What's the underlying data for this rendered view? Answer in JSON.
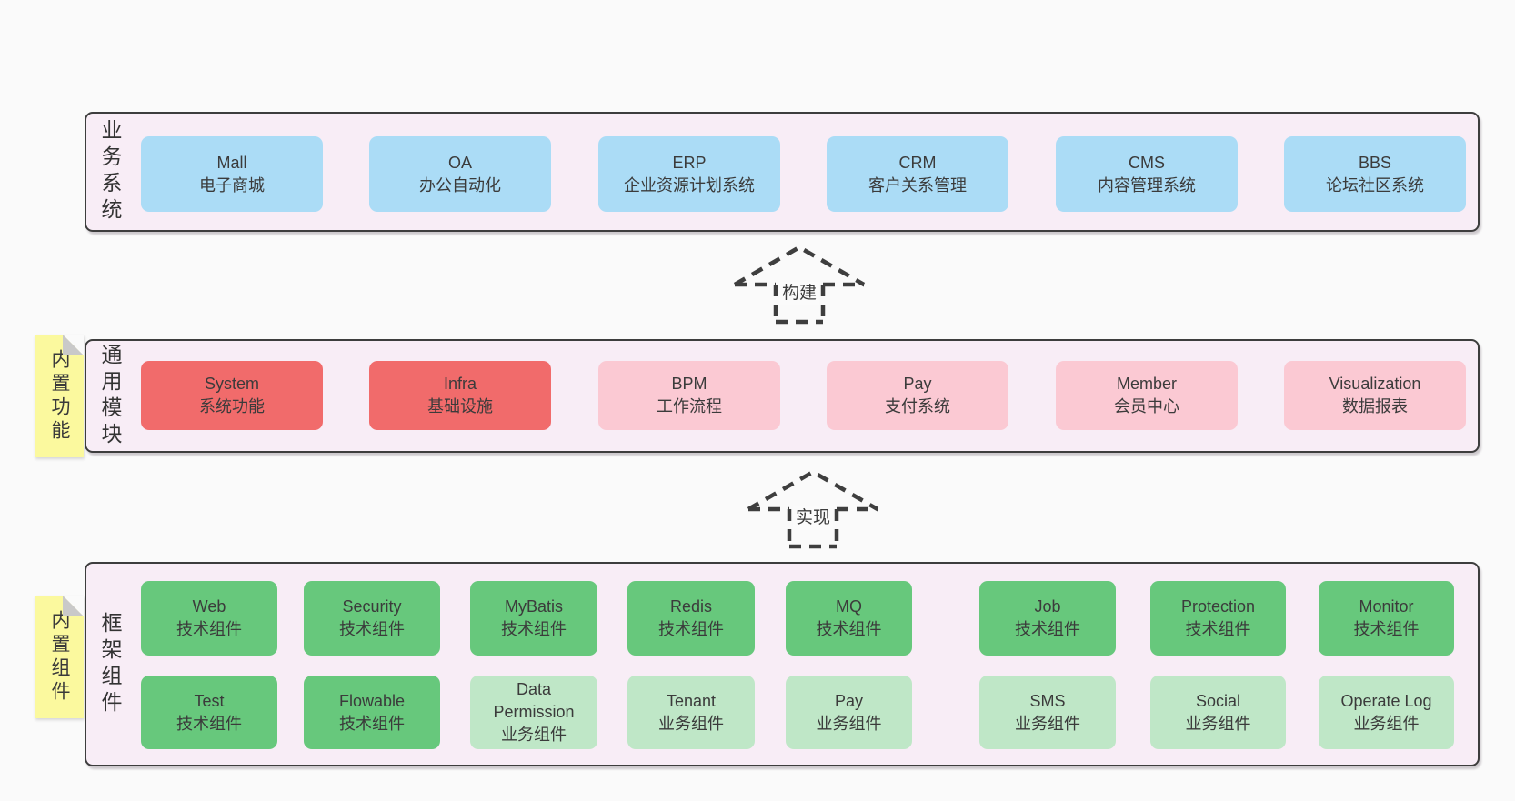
{
  "diagram": {
    "colors": {
      "page_bg": "#fafafa",
      "panel_bg": "#f8edf6",
      "panel_border": "#3d3d3d",
      "business_box": "#abdcf6",
      "core_module_box": "#f16b6b",
      "optional_module_box": "#fbc9d3",
      "tech_component_box": "#67c87c",
      "biz_component_box": "#bfe7c7",
      "tag_bg": "#fbf99e",
      "text": "#3b3b3b"
    },
    "sections": {
      "business": {
        "label": "业务系统",
        "boxes": [
          {
            "en": "Mall",
            "zh": "电子商城"
          },
          {
            "en": "OA",
            "zh": "办公自动化"
          },
          {
            "en": "ERP",
            "zh": "企业资源计划系统"
          },
          {
            "en": "CRM",
            "zh": "客户关系管理"
          },
          {
            "en": "CMS",
            "zh": "内容管理系统"
          },
          {
            "en": "BBS",
            "zh": "论坛社区系统"
          }
        ]
      },
      "modules": {
        "label": "通用模块",
        "tag": "内置功能",
        "boxes": [
          {
            "en": "System",
            "zh": "系统功能",
            "type": "core"
          },
          {
            "en": "Infra",
            "zh": "基础设施",
            "type": "core"
          },
          {
            "en": "BPM",
            "zh": "工作流程",
            "type": "optional"
          },
          {
            "en": "Pay",
            "zh": "支付系统",
            "type": "optional"
          },
          {
            "en": "Member",
            "zh": "会员中心",
            "type": "optional"
          },
          {
            "en": "Visualization",
            "zh": "数据报表",
            "type": "optional"
          }
        ]
      },
      "framework": {
        "label": "框架组件",
        "tag": "内置组件",
        "rows": [
          [
            {
              "en": "Web",
              "zh": "技术组件",
              "type": "tech"
            },
            {
              "en": "Security",
              "zh": "技术组件",
              "type": "tech"
            },
            {
              "en": "MyBatis",
              "zh": "技术组件",
              "type": "tech"
            },
            {
              "en": "Redis",
              "zh": "技术组件",
              "type": "tech"
            },
            {
              "en": "MQ",
              "zh": "技术组件",
              "type": "tech"
            },
            {
              "en": "Job",
              "zh": "技术组件",
              "type": "tech"
            },
            {
              "en": "Protection",
              "zh": "技术组件",
              "type": "tech"
            },
            {
              "en": "Monitor",
              "zh": "技术组件",
              "type": "tech"
            }
          ],
          [
            {
              "en": "Test",
              "zh": "技术组件",
              "type": "tech"
            },
            {
              "en": "Flowable",
              "zh": "技术组件",
              "type": "tech"
            },
            {
              "en": "Data Permission",
              "zh": "业务组件",
              "type": "biz"
            },
            {
              "en": "Tenant",
              "zh": "业务组件",
              "type": "biz"
            },
            {
              "en": "Pay",
              "zh": "业务组件",
              "type": "biz"
            },
            {
              "en": "SMS",
              "zh": "业务组件",
              "type": "biz"
            },
            {
              "en": "Social",
              "zh": "业务组件",
              "type": "biz"
            },
            {
              "en": "Operate Log",
              "zh": "业务组件",
              "type": "biz"
            }
          ]
        ]
      }
    },
    "arrows": [
      {
        "label": "构建"
      },
      {
        "label": "实现"
      }
    ]
  }
}
